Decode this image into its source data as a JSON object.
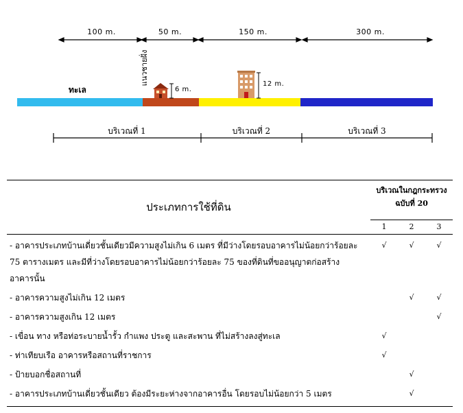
{
  "diagram": {
    "distances": [
      "100 m.",
      "50 m.",
      "150 m.",
      "300 m."
    ],
    "coastline_label": "แนวชายฝั่ง",
    "sea_label": "ทะเล",
    "house_height": "6 m.",
    "building_height": "12 m.",
    "zones": [
      "บริเวณที่ 1",
      "บริเวณที่ 2",
      "บริเวณที่ 3"
    ],
    "colors": {
      "sea": "#33BBEE",
      "zone1": "#C0471B",
      "zone2": "#FFF000",
      "zone3": "#1F26C9"
    }
  },
  "table": {
    "header_title": "ประเภทการใช้ที่ดิน",
    "header_group": "บริเวณในกฎกระทรวง ฉบับที่ 20",
    "zone_numbers": [
      "1",
      "2",
      "3"
    ],
    "tick_symbol": "√",
    "rows": [
      {
        "text": "- อาคารประเภทบ้านเดี่ยวชั้นเดียวมีความสูงไม่เกิน 6 เมตร ที่มีว่างโดยรอบอาคารไม่น้อยกว่าร้อยละ 75 ตารางเมตร และมีที่ว่างโดยรอบอาคารไม่น้อยกว่าร้อยละ 75 ของที่ดินที่ขออนุญาตก่อสร้างอาคารนั้น",
        "z1": "√",
        "z2": "√",
        "z3": "√"
      },
      {
        "text": "- อาคารความสูงไม่เกิน 12 เมตร",
        "z1": "",
        "z2": "√",
        "z3": "√"
      },
      {
        "text": "- อาคารความสูงเกิน 12 เมตร",
        "z1": "",
        "z2": "",
        "z3": "√"
      },
      {
        "text": "- เขื่อน ทาง หรือท่อระบายน้ำรั้ว กำแพง ประตู และสะพาน ที่ไม่สร้างลงสู่ทะเล",
        "z1": "√",
        "z2": "",
        "z3": ""
      },
      {
        "text": "- ท่าเทียบเรือ อาคารหรือสถานที่ราชการ",
        "z1": "√",
        "z2": "",
        "z3": ""
      },
      {
        "text": "- ป้ายบอกชื่อสถานที่",
        "z1": "",
        "z2": "√",
        "z3": ""
      },
      {
        "text": "- อาคารประเภทบ้านเดี่ยวชั้นเดียว ต้องมีระยะห่างจากอาคารอื่น โดยรอบไม่น้อยกว่า 5 เมตร",
        "z1": "",
        "z2": "√",
        "z3": ""
      }
    ]
  }
}
